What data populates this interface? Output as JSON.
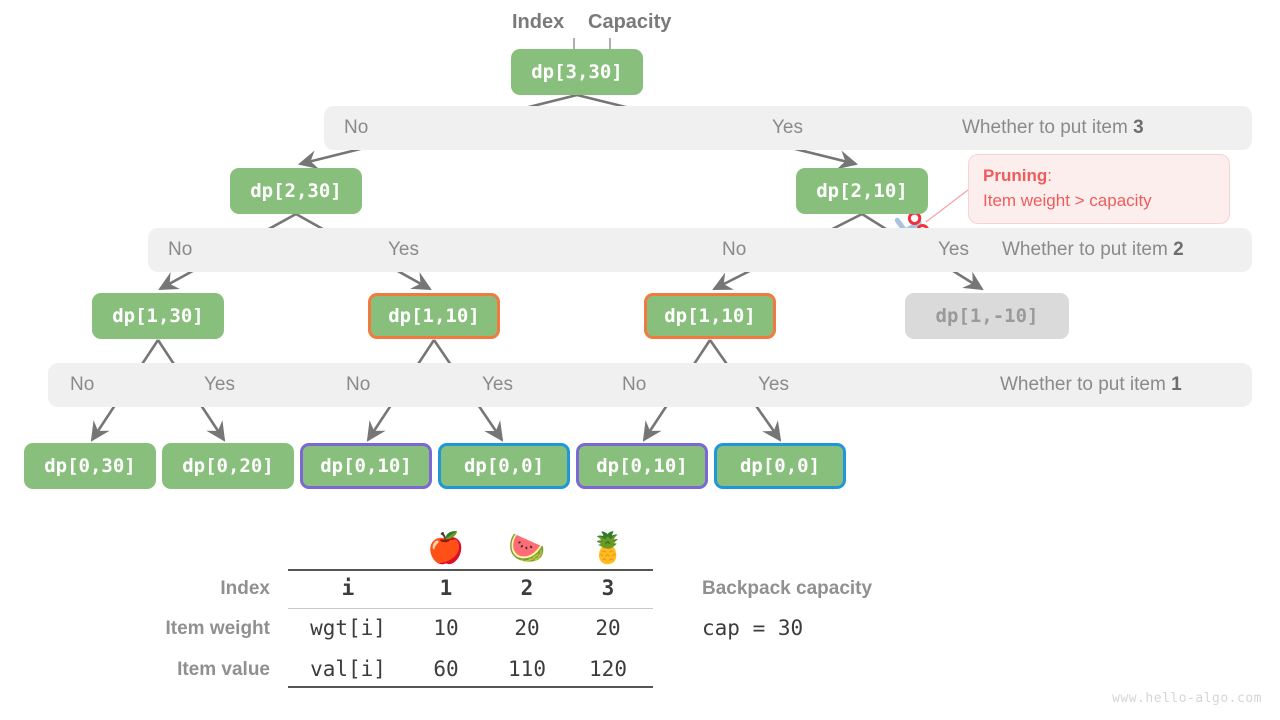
{
  "title": "Knapsack recursion tree with pruning and overlapping subproblems",
  "colors": {
    "node_green": "#89bf7c",
    "node_dim": "#dadada",
    "border_orange": "#f07a3f",
    "border_purple": "#7b68d4",
    "border_blue": "#2196d8",
    "band_gray": "#f0f0f0",
    "edge_gray": "#767676",
    "callout_red": "#f05b5b",
    "callout_bg": "#fdeeee"
  },
  "header": {
    "index_label": "Index",
    "capacity_label": "Capacity"
  },
  "root": {
    "label": "dp[3,30]"
  },
  "bands": [
    {
      "no": "No",
      "yes": "Yes",
      "question_prefix": "Whether to put item ",
      "question_item": "3"
    },
    {
      "no": "No",
      "yes": "Yes",
      "question_prefix": "Whether to put item ",
      "question_item": "2"
    },
    {
      "no": "No",
      "yes": "Yes",
      "question_prefix": "Whether to put item ",
      "question_item": "1"
    }
  ],
  "band2_branches": [
    {
      "no": "No",
      "yes": "Yes"
    },
    {
      "no": "No",
      "yes": "Yes"
    }
  ],
  "band3_branches": [
    {
      "no": "No",
      "yes": "Yes"
    },
    {
      "no": "No",
      "yes": "Yes"
    },
    {
      "no": "No",
      "yes": "Yes"
    }
  ],
  "level2": [
    {
      "label": "dp[2,30]"
    },
    {
      "label": "dp[2,10]"
    }
  ],
  "level3": [
    {
      "label": "dp[1,30]",
      "style": "plain"
    },
    {
      "label": "dp[1,10]",
      "style": "orange"
    },
    {
      "label": "dp[1,10]",
      "style": "orange"
    },
    {
      "label": "dp[1,-10]",
      "style": "dim"
    }
  ],
  "leaves": [
    {
      "label": "dp[0,30]",
      "style": "plain"
    },
    {
      "label": "dp[0,20]",
      "style": "plain"
    },
    {
      "label": "dp[0,10]",
      "style": "purple"
    },
    {
      "label": "dp[0,0]",
      "style": "blue"
    },
    {
      "label": "dp[0,10]",
      "style": "purple"
    },
    {
      "label": "dp[0,0]",
      "style": "blue"
    }
  ],
  "pruning": {
    "title": "Pruning",
    "colon": ":",
    "reason": "Item weight > capacity",
    "icon": "scissors-icon"
  },
  "table": {
    "row_labels": [
      "Index",
      "Item weight",
      "Item value"
    ],
    "key_column": [
      "i",
      "wgt[i]",
      "val[i]"
    ],
    "fruits": [
      "apple-icon",
      "watermelon-icon",
      "pineapple-icon"
    ],
    "fruit_glyphs": [
      "🍎",
      "🍉",
      "🍍"
    ],
    "rows": [
      {
        "key": "i",
        "values": [
          "1",
          "2",
          "3"
        ]
      },
      {
        "key": "wgt[i]",
        "values": [
          "10",
          "20",
          "20"
        ]
      },
      {
        "key": "val[i]",
        "values": [
          "60",
          "110",
          "120"
        ]
      }
    ]
  },
  "capacity": {
    "title": "Backpack capacity",
    "code": "cap = 30"
  },
  "watermark": "www.hello-algo.com"
}
